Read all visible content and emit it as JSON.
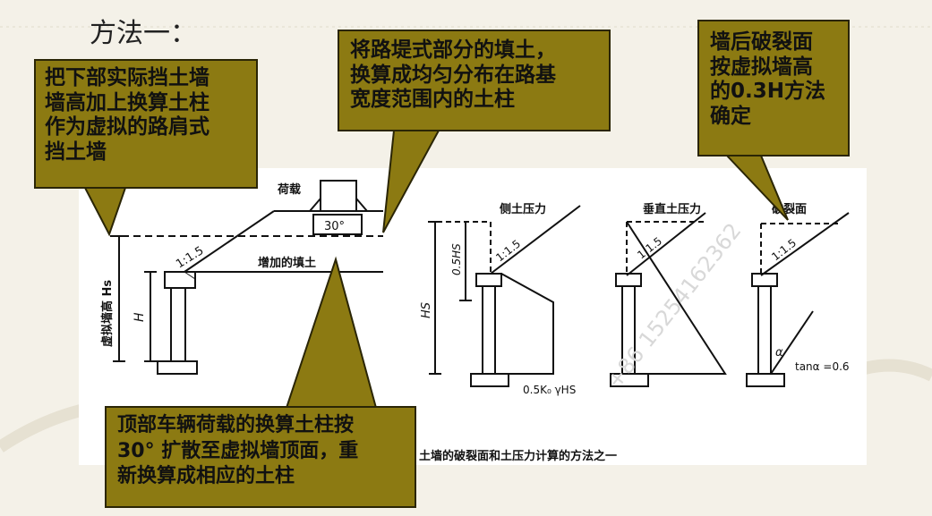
{
  "page": {
    "title": "方法一："
  },
  "callouts": {
    "virtual_wall": "把下部实际挡土墙\n墙高加上换算土柱\n作为虚拟的路肩式\n挡土墙",
    "embankment": "将路堤式部分的填土，\n换算成均匀分布在路基\n宽度范围内的土柱",
    "rupture": "墙后破裂面\n按虚拟墙高\n的0.3H方法\n确定",
    "vehicle_load": "顶部车辆荷载的换算土柱按\n30° 扩散至虚拟墙顶面，重\n新换算成相应的土柱"
  },
  "diagram": {
    "load_label": "荷载",
    "angle_label": "30°",
    "added_fill_label": "增加的填土",
    "slope_label": "1:1.5",
    "virtual_height_label": "虚拟墙高 Hs",
    "h_label": "H",
    "hs_label": "HS",
    "half_hs_label": "0.5HS",
    "lateral_pressure_label": "侧土压力",
    "vertical_pressure_label": "垂直土压力",
    "rupture_label": "破裂面",
    "pressure_formula": "0.5K₀ γHS",
    "alpha_label": "α",
    "tan_label": "tanα =0.6",
    "caption": "土墙的破裂面和土压力计算的方法之一",
    "watermark": "+86 15254162362"
  },
  "colors": {
    "callout_fill": "#8c7a12",
    "callout_border": "#2a2505",
    "background": "#f4f1e8"
  }
}
